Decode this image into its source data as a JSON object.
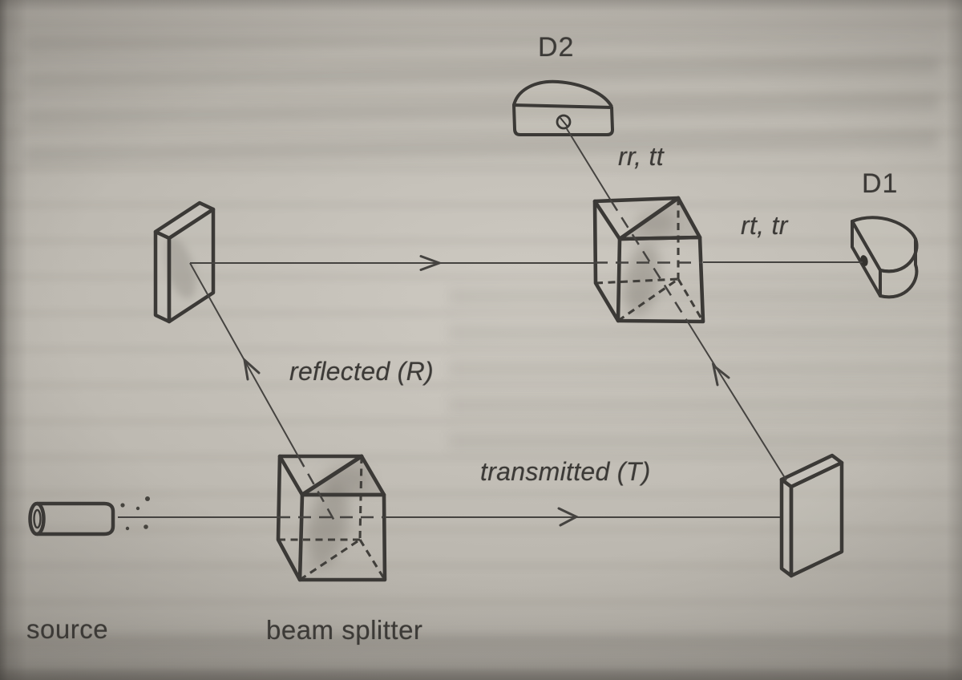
{
  "figure": {
    "description": "photographed book-page diagram of a two-beam-splitter interferometer",
    "labels": {
      "d2": "D2",
      "d1": "D1",
      "output_d2": "rr, tt",
      "output_d1": "rt, tr",
      "reflected": "reflected (R)",
      "transmitted": "transmitted (T)",
      "source": "source",
      "beam_splitter": "beam splitter"
    },
    "components": [
      "source",
      "beam-splitter-cube-lower",
      "mirror-upper-left",
      "mirror-lower-right",
      "beam-splitter-cube-upper",
      "detector-D1",
      "detector-D2"
    ],
    "colors": {
      "page": "#b8b4ac",
      "page_light": "#c8c4bc",
      "page_edge_dark": "#6f6b65",
      "ink": "#3b3936",
      "beam": "#454340"
    }
  }
}
